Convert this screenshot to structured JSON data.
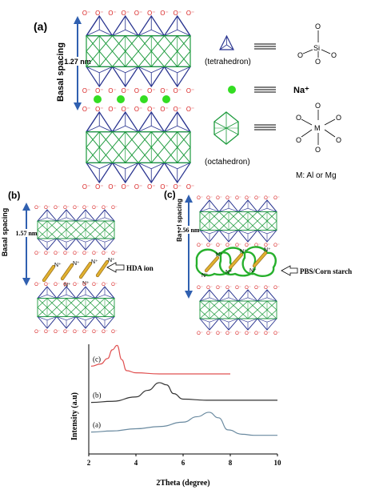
{
  "panel_a": {
    "label": "(a)",
    "basal_title": "Basal spacing",
    "spacing": "1.27 nm",
    "oxygen": "O",
    "legend": {
      "tetrahedron_caption": "(tetrahedron)",
      "octahedron_caption": "(octahedron)",
      "si_label": "Si",
      "m_label": "M",
      "o_label": "O",
      "na_label": "Na⁺",
      "metal_note": "M: Al or Mg"
    }
  },
  "panel_b": {
    "label": "(b)",
    "basal_title": "Basal spacing",
    "spacing": "1.57 nm",
    "ion_label": "HDA ion",
    "n_label": "N⁺"
  },
  "panel_c": {
    "label": "(c)",
    "basal_title": "Basal spacing",
    "spacing": "2.56 nm",
    "ion_label": "PBS/Corn starch",
    "n_label": "N⁺"
  },
  "colors": {
    "blue_edge": "#2a3590",
    "green_edge": "#1c9a3c",
    "oxygen_red": "#d81e1e",
    "sodium_green": "#33dd22",
    "arrow_blue": "#3060b0",
    "rod_fill": "#e0b030",
    "starch_green": "#27b02d",
    "curve_c": "#e05050",
    "curve_b": "#333333",
    "curve_a": "#6a8aa0"
  },
  "chart_data": {
    "type": "line",
    "xlabel": "2Theta (degree)",
    "ylabel": "Intensity (a.u)",
    "xlim": [
      2,
      10
    ],
    "xticks": [
      "2",
      "4",
      "6",
      "8",
      "10"
    ],
    "grid": false,
    "series": [
      {
        "name": "(c)",
        "x": [
          2.1,
          2.5,
          2.8,
          3.0,
          3.2,
          3.4,
          3.6,
          4,
          5,
          6,
          7,
          8.0
        ],
        "y": [
          0.8,
          0.82,
          0.87,
          0.95,
          0.99,
          0.86,
          0.76,
          0.74,
          0.73,
          0.73,
          0.73,
          0.73
        ]
      },
      {
        "name": "(b)",
        "x": [
          2.1,
          3,
          4,
          4.5,
          5.0,
          5.3,
          5.6,
          6,
          7,
          8,
          9,
          10.0
        ],
        "y": [
          0.47,
          0.48,
          0.52,
          0.58,
          0.65,
          0.63,
          0.55,
          0.5,
          0.49,
          0.49,
          0.49,
          0.49
        ]
      },
      {
        "name": "(a)",
        "x": [
          2.1,
          3,
          4,
          5,
          6,
          6.6,
          7.1,
          7.5,
          7.9,
          8.5,
          9,
          10.0
        ],
        "y": [
          0.2,
          0.21,
          0.23,
          0.25,
          0.29,
          0.34,
          0.38,
          0.33,
          0.22,
          0.18,
          0.17,
          0.17
        ]
      }
    ]
  }
}
